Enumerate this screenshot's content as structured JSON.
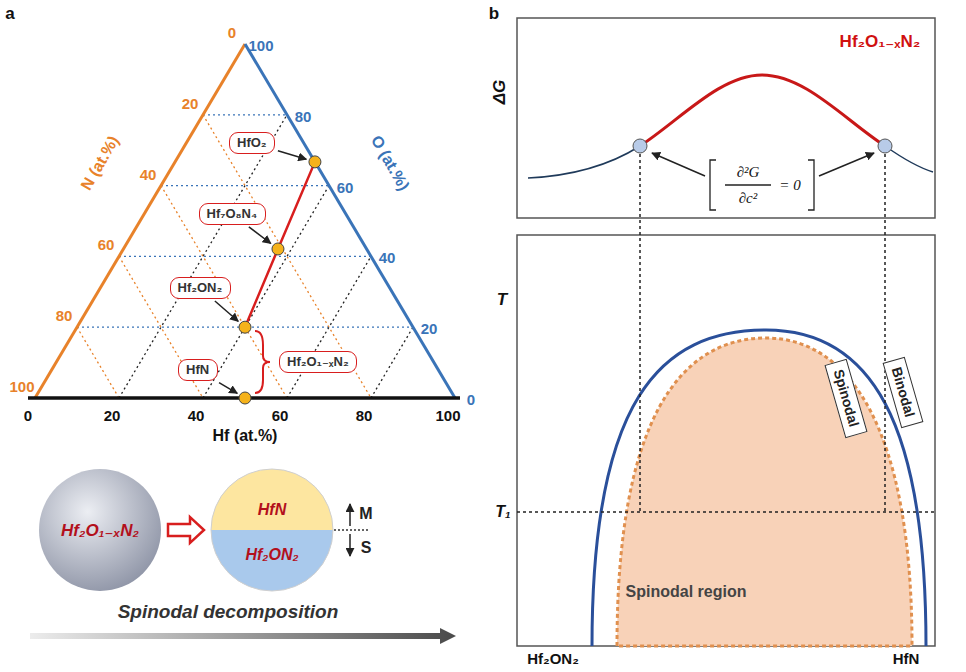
{
  "diagram": {
    "nodes": [
      {
        "text": [
          "HfO₂"
        ]
      },
      {
        "text": [
          "Hf₇O₈N₄"
        ]
      },
      {
        "text": [
          "Hf₂ON₂"
        ]
      },
      {
        "text": [
          "HfN"
        ]
      },
      {
        "text": [
          "Hf₂O₁₋ₓN₂"
        ]
      },
      {
        "text": [
          "Hf₂O₁₋ₓN₂"
        ]
      },
      {
        "text": [
          "HfN",
          "Hf₂ON₂"
        ]
      },
      {
        "text": [
          "Spinodal"
        ]
      },
      {
        "text": [
          "Binodal"
        ]
      }
    ],
    "edges": [
      {
        "from": 5,
        "to": 6,
        "arrow": "to"
      }
    ],
    "labels": [
      "a",
      "b",
      "N (at.%)",
      "O (at.%)",
      "Hf (at.%)",
      "0",
      "20",
      "40",
      "60",
      "80",
      "100",
      "100",
      "80",
      "60",
      "40",
      "20",
      "0",
      "0",
      "20",
      "40",
      "60",
      "80",
      "100",
      "M",
      "S",
      "Spinodal decomposition",
      "ΔG",
      "Hf₂O₁₋ₓN₂",
      "∂²G",
      "∂c²",
      "= 0",
      "T",
      "T₁",
      "Spinodal region",
      "Hf₂ON₂",
      "HfN"
    ]
  }
}
